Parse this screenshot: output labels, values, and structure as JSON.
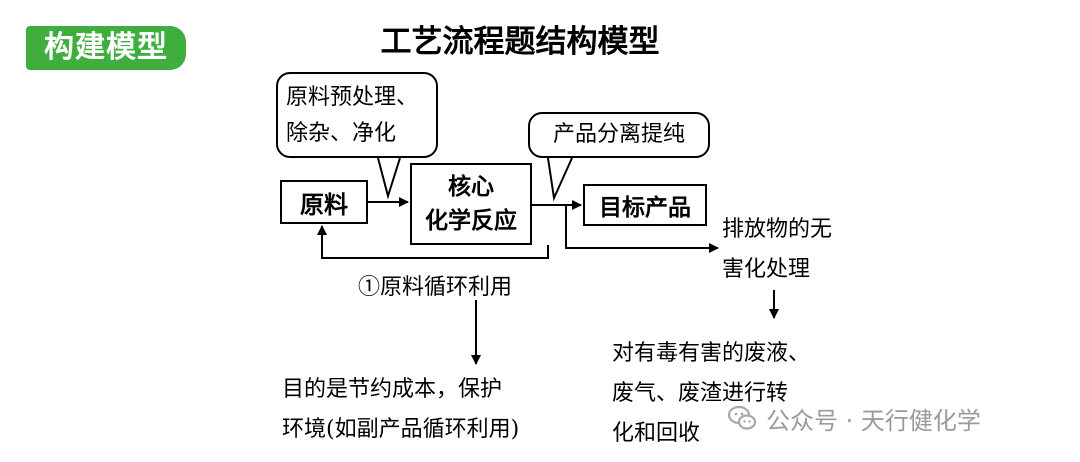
{
  "tag": {
    "label": "构建模型"
  },
  "title": "工艺流程题结构模型",
  "boxes": {
    "raw": "原料",
    "core_line1": "核心",
    "core_line2": "化学反应",
    "target": "目标产品"
  },
  "callouts": {
    "pretreat_line1": "原料预处理、",
    "pretreat_line2": "除杂、净化",
    "separation": "产品分离提纯"
  },
  "notes": {
    "discharge_line1": "排放物的无",
    "discharge_line2": "害化处理",
    "recycle": "①原料循环利用",
    "purpose_line1": "目的是节约成本，保护",
    "purpose_line2": "环境(如副产品循环利用)",
    "treatment_line1": "对有毒有害的废液、",
    "treatment_line2": "废气、废渣进行转",
    "treatment_line3": "化和回收"
  },
  "watermark": {
    "text": "公众号 · 天行健化学"
  }
}
